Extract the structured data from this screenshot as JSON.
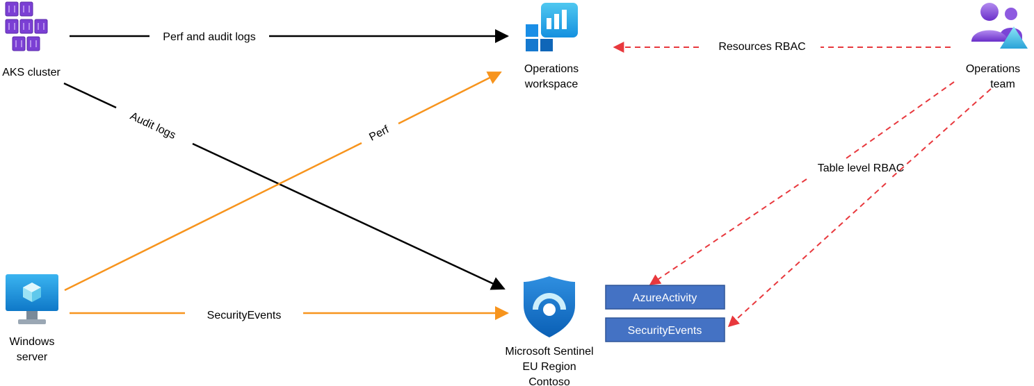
{
  "nodes": {
    "aks": {
      "label": "AKS cluster"
    },
    "windows": {
      "line1": "Windows",
      "line2": "server"
    },
    "workspace": {
      "line1": "Operations",
      "line2": "workspace"
    },
    "sentinel": {
      "line1": "Microsoft Sentinel",
      "line2": "EU Region",
      "line3": "Contoso"
    },
    "team": {
      "line1": "Operations",
      "line2": "team"
    }
  },
  "tables": [
    {
      "label": "AzureActivity"
    },
    {
      "label": "SecurityEvents"
    }
  ],
  "edges": {
    "perf_audit": "Perf and audit logs",
    "audit": "Audit logs",
    "perf": "Perf",
    "security_events": "SecurityEvents",
    "resources_rbac": "Resources RBAC",
    "table_rbac": "Table level RBAC"
  },
  "colors": {
    "black_line": "#000000",
    "orange_line": "#f7941d",
    "rbac_line": "#e8383d",
    "table_fill": "#4472c4",
    "table_border": "#2f5597",
    "icon_purple": "#7b3fd4",
    "icon_blue": "#0078d4"
  },
  "icons": {
    "aks": "kubernetes-cluster-icon",
    "windows": "virtual-machine-icon",
    "workspace": "log-analytics-workspace-icon",
    "sentinel": "sentinel-shield-icon",
    "team": "user-group-icon"
  }
}
